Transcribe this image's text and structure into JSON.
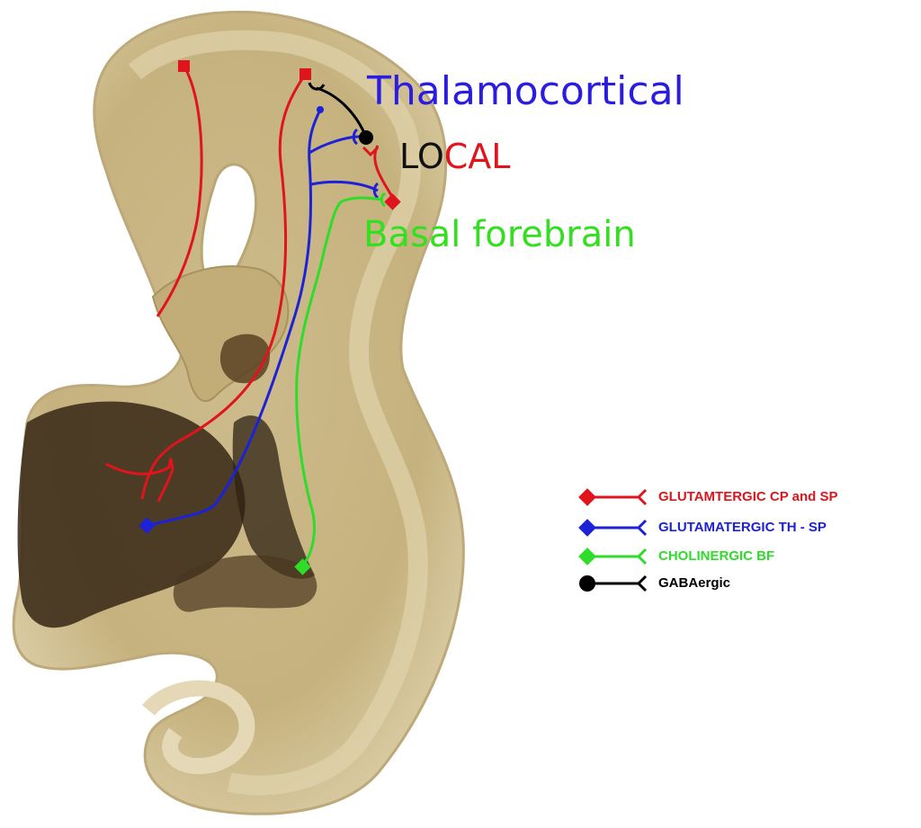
{
  "labels": {
    "thalamocortical": "Thalamocortical",
    "local_black": "LO",
    "local_red": "CAL",
    "basal_forebrain": "Basal forebrain"
  },
  "legend": [
    {
      "label": "GLUTAMTERGIC CP and SP",
      "color": "#e0141c",
      "marker": "diamond"
    },
    {
      "label": "GLUTAMATERGIC TH - SP",
      "color": "#1d22d6",
      "marker": "diamond"
    },
    {
      "label": "CHOLINERGIC BF",
      "color": "#2fdc2a",
      "marker": "diamond"
    },
    {
      "label": "GABAergic",
      "color": "#000000",
      "marker": "circle"
    }
  ],
  "colors": {
    "tissue": "#cbb98a",
    "tissue_light": "#d8c9a0",
    "tissue_dark": "#3a2a18",
    "red": "#e0141c",
    "blue": "#1d22d6",
    "green": "#2fdc2a",
    "black": "#000000"
  }
}
